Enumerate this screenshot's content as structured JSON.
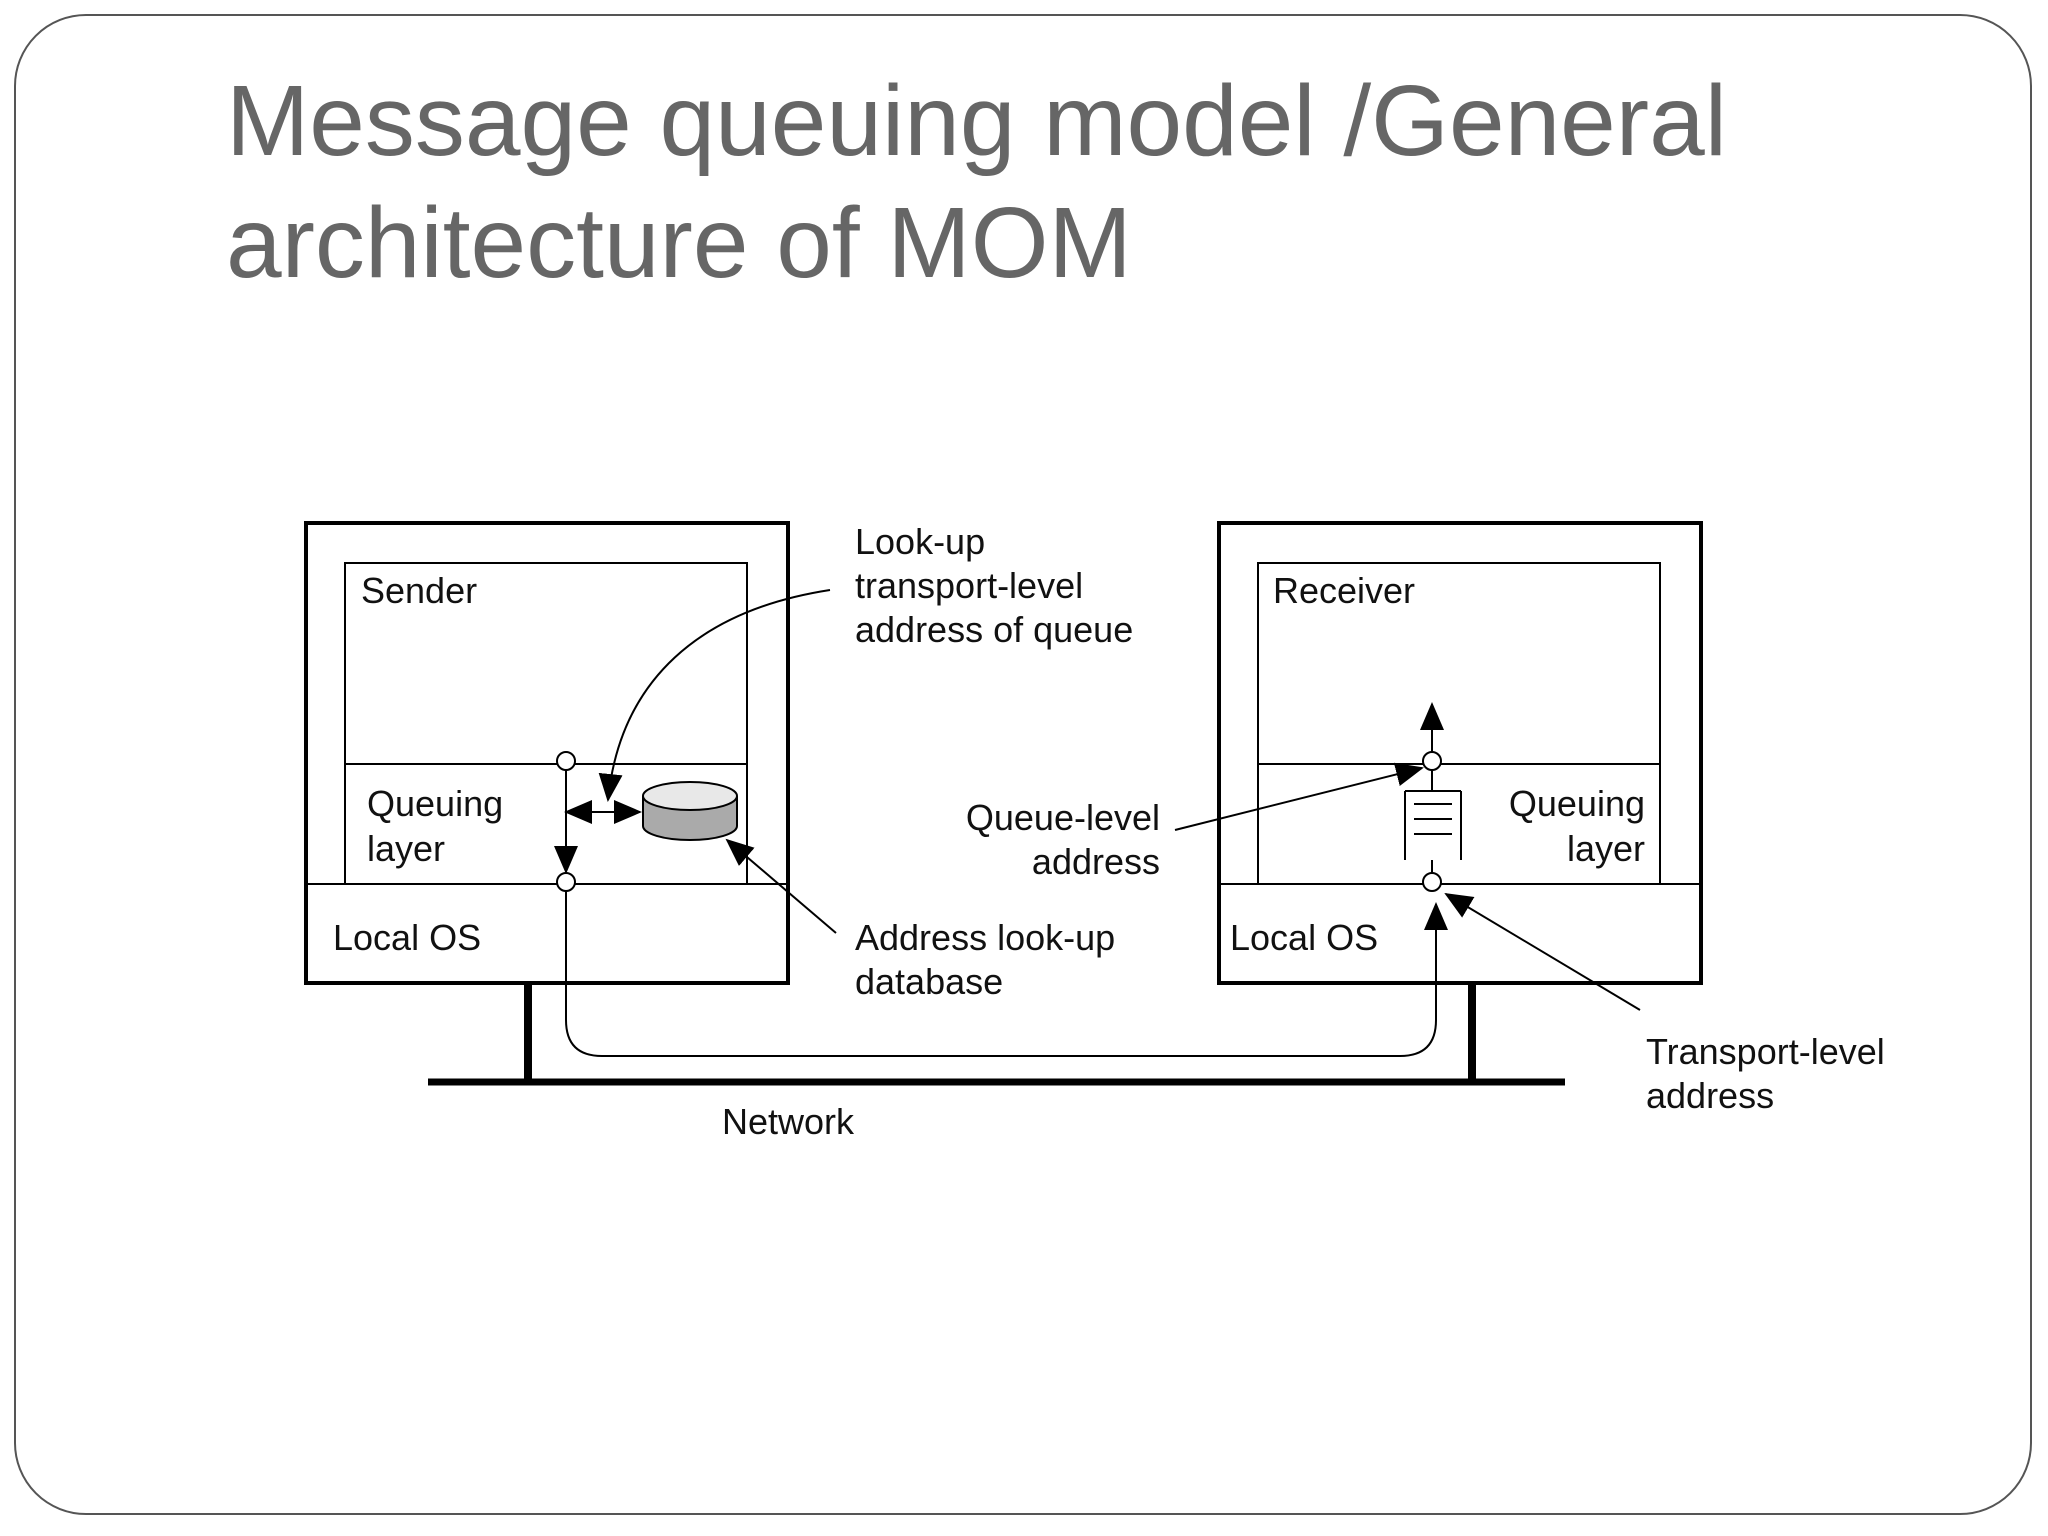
{
  "slide": {
    "title_line1": "Message queuing model /General",
    "title_line2": "architecture of MOM"
  },
  "diagram": {
    "sender": {
      "app_label": "Sender",
      "queuing_layer_line1": "Queuing",
      "queuing_layer_line2": "layer",
      "local_os_label": "Local OS"
    },
    "receiver": {
      "app_label": "Receiver",
      "queuing_layer_line1": "Queuing",
      "queuing_layer_line2": "layer",
      "local_os_label": "Local OS"
    },
    "network_label": "Network",
    "annotations": {
      "lookup_line1": "Look-up",
      "lookup_line2": "transport-level",
      "lookup_line3": "address of queue",
      "address_db_line1": "Address look-up",
      "address_db_line2": "database",
      "queue_level_line1": "Queue-level",
      "queue_level_line2": "address",
      "transport_level_line1": "Transport-level",
      "transport_level_line2": "address"
    }
  },
  "colors": {
    "title": "#666666",
    "frame_border": "#555555",
    "line": "#000000",
    "database_fill": "#aaaaaa",
    "database_top": "#e8e8e8"
  }
}
